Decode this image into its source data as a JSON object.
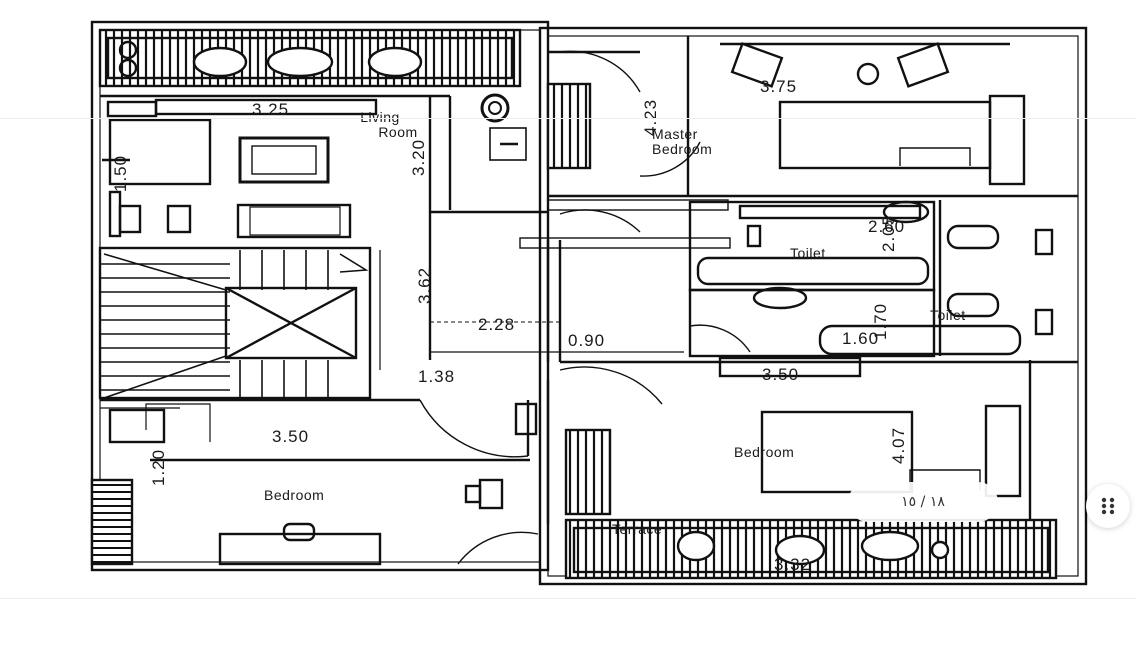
{
  "viewer": {
    "page_indicator": "١٨ / ١٥",
    "more_button_icon": "grid-dots-icon"
  },
  "floor_plan": {
    "rooms": {
      "living_room_line1": "Living",
      "living_room_line2": "Room",
      "master_bedroom_line1": "Master",
      "master_bedroom_line2": "Bedroom",
      "toilet_1": "Toilet",
      "toilet_2": "Toilet",
      "bedroom_1": "Bedroom",
      "bedroom_2": "Bedroom",
      "terrace": "Terrace"
    },
    "dimensions": {
      "living_width": "3.25",
      "living_height": "3.20",
      "living_side": "1.50",
      "stair_height": "3.62",
      "corridor_width": "2.28",
      "corridor_small": "0.90",
      "landing": "1.38",
      "bedroom_left_width": "3.50",
      "bedroom_left_side": "1.20",
      "master_width": "3.75",
      "master_height": "4.23",
      "toilet_width": "2.60",
      "toilet_height": "2.05",
      "toilet2_height": "1.70",
      "toilet2_width": "1.60",
      "bedroom_right_width": "3.50",
      "bedroom_right_height": "4.07",
      "terrace_width": "3.32"
    }
  }
}
